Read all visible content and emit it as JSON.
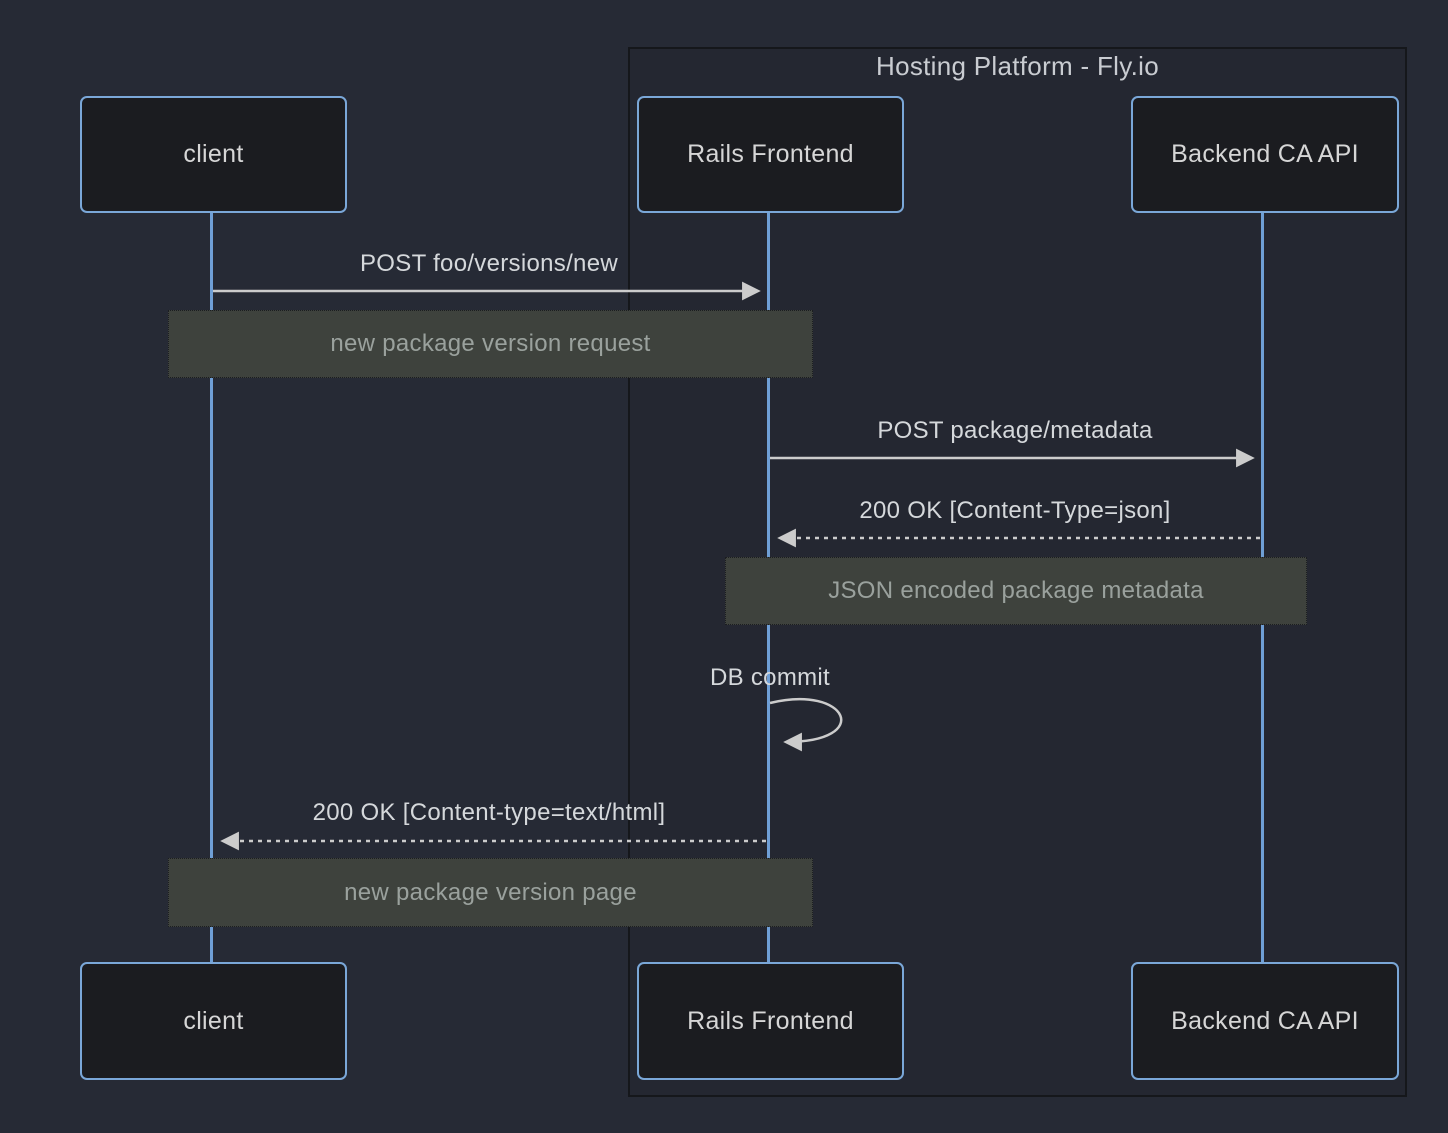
{
  "diagram": {
    "type": "sequence-diagram",
    "frame": {
      "title": "Hosting Platform - Fly.io"
    },
    "actors": [
      {
        "id": "client",
        "label": "client"
      },
      {
        "id": "rails",
        "label": "Rails Frontend"
      },
      {
        "id": "backend",
        "label": "Backend CA API"
      }
    ],
    "messages": [
      {
        "from": "client",
        "to": "rails",
        "label": "POST foo/versions/new",
        "style": "solid"
      },
      {
        "from": "rails",
        "to": "backend",
        "label": "POST package/metadata",
        "style": "solid"
      },
      {
        "from": "backend",
        "to": "rails",
        "label": "200 OK [Content-Type=json]",
        "style": "dashed"
      },
      {
        "from": "rails",
        "to": "rails",
        "label": "DB commit",
        "style": "self-loop"
      },
      {
        "from": "rails",
        "to": "client",
        "label": "200 OK [Content-type=text/html]",
        "style": "dashed"
      }
    ],
    "notes": [
      {
        "over": [
          "client",
          "rails"
        ],
        "label": "new package version request"
      },
      {
        "over": [
          "rails",
          "backend"
        ],
        "label": "JSON encoded package metadata"
      },
      {
        "over": [
          "client",
          "rails"
        ],
        "label": "new package version page"
      }
    ],
    "colors": {
      "background": "#262a35",
      "actor_fill": "#1b1c20",
      "actor_border": "#7aa7d8",
      "lifeline": "#6f9fd6",
      "arrow": "#cccccc",
      "message_text": "#d5d8db",
      "note_fill": "#3e423d",
      "note_text": "#9aa19d",
      "frame_border": "#15171b",
      "frame_title_text": "#c9ccd1"
    }
  }
}
